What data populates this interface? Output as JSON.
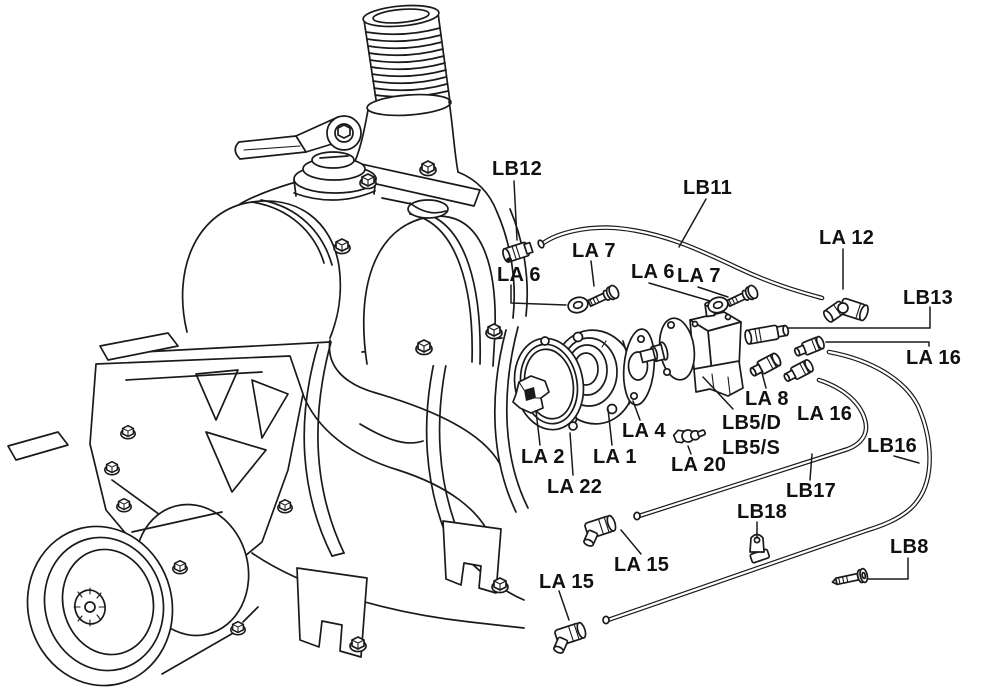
{
  "colors": {
    "background": "#ffffff",
    "line": "#1a1a1a",
    "text": "#111111"
  },
  "diagram": {
    "type": "exploded-parts-line-drawing",
    "subject": "vacuum-pump-assembly"
  },
  "parts": {
    "lb12": {
      "label": "LB12"
    },
    "lb11": {
      "label": "LB11"
    },
    "la7_top": {
      "label": "LA 7"
    },
    "la6_left": {
      "label": "LA 6"
    },
    "la6_right": {
      "label": "LA 6"
    },
    "la7_right": {
      "label": "LA 7"
    },
    "la12": {
      "label": "LA 12"
    },
    "lb13": {
      "label": "LB13"
    },
    "la16_upper": {
      "label": "LA 16"
    },
    "la8": {
      "label": "LA 8"
    },
    "lb5d": {
      "label": "LB5/D"
    },
    "lb5s": {
      "label": "LB5/S"
    },
    "la4": {
      "label": "LA 4"
    },
    "la2": {
      "label": "LA 2"
    },
    "la1": {
      "label": "LA 1"
    },
    "la22": {
      "label": "LA 22"
    },
    "la20": {
      "label": "LA 20"
    },
    "lb17": {
      "label": "LB17"
    },
    "lb16": {
      "label": "LB16"
    },
    "la16_lower": {
      "label": "LA 16"
    },
    "lb18": {
      "label": "LB18"
    },
    "la15_upper": {
      "label": "LA 15"
    },
    "la15_lower": {
      "label": "LA 15"
    },
    "lb8": {
      "label": "LB8"
    }
  }
}
